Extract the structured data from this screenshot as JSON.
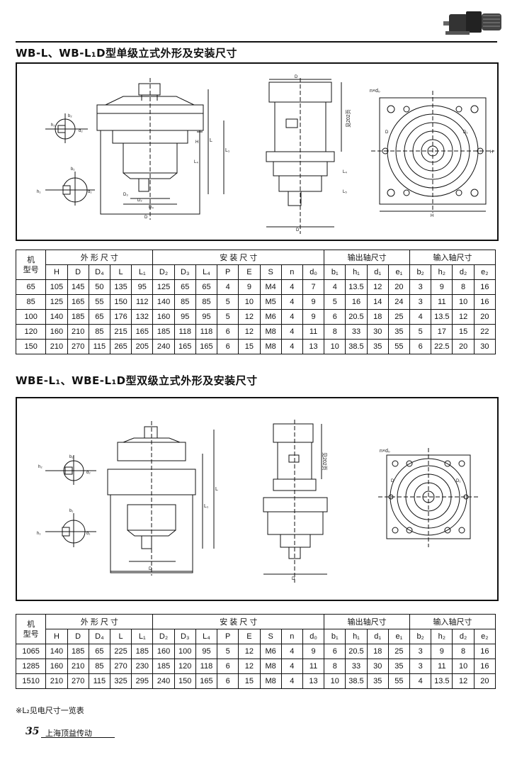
{
  "header": {
    "motor_logo": "gear-motor-icon"
  },
  "section1": {
    "title": "WB-L、WB-L₁D型单级立式外形及安装尺寸",
    "drawing_labels": {
      "shaft_top": [
        "b₂",
        "h₂",
        "d₂"
      ],
      "shaft_bottom": [
        "b₁",
        "h₁",
        "d₁"
      ],
      "side": [
        "H",
        "D",
        "D₂",
        "D₃",
        "P",
        "L",
        "L₁",
        "L₄",
        "E",
        "d₁",
        "S",
        "L₂"
      ],
      "motor_note": "见202页",
      "motor": [
        "H",
        "D₄",
        "L₅",
        "d₁",
        "D",
        "D₃"
      ],
      "flange": [
        "n×d₀",
        "D",
        "D₁",
        "H",
        "H"
      ]
    }
  },
  "table1": {
    "group_headers": {
      "model": "机\n型号",
      "outline": "外 形 尺 寸",
      "install": "安 装 尺 寸",
      "output": "输出轴尺寸",
      "input": "输入轴尺寸"
    },
    "columns": [
      "H",
      "D",
      "D₄",
      "L",
      "L₁",
      "D₂",
      "D₃",
      "L₄",
      "P",
      "E",
      "S",
      "n",
      "d₀",
      "b₁",
      "h₁",
      "d₁",
      "e₁",
      "b₂",
      "h₂",
      "d₂",
      "e₂"
    ],
    "rows": [
      [
        "65",
        "105",
        "145",
        "50",
        "135",
        "95",
        "125",
        "65",
        "65",
        "4",
        "9",
        "M4",
        "4",
        "7",
        "4",
        "13.5",
        "12",
        "20",
        "3",
        "9",
        "8",
        "16"
      ],
      [
        "85",
        "125",
        "165",
        "55",
        "150",
        "112",
        "140",
        "85",
        "85",
        "5",
        "10",
        "M5",
        "4",
        "9",
        "5",
        "16",
        "14",
        "24",
        "3",
        "11",
        "10",
        "16"
      ],
      [
        "100",
        "140",
        "185",
        "65",
        "176",
        "132",
        "160",
        "95",
        "95",
        "5",
        "12",
        "M6",
        "4",
        "9",
        "6",
        "20.5",
        "18",
        "25",
        "4",
        "13.5",
        "12",
        "20"
      ],
      [
        "120",
        "160",
        "210",
        "85",
        "215",
        "165",
        "185",
        "118",
        "118",
        "6",
        "12",
        "M8",
        "4",
        "11",
        "8",
        "33",
        "30",
        "35",
        "5",
        "17",
        "15",
        "22"
      ],
      [
        "150",
        "210",
        "270",
        "115",
        "265",
        "205",
        "240",
        "165",
        "165",
        "6",
        "15",
        "M8",
        "4",
        "13",
        "10",
        "38.5",
        "35",
        "55",
        "6",
        "22.5",
        "20",
        "30"
      ]
    ]
  },
  "section2": {
    "title": "WBE-L₁、WBE-L₁D型双级立式外形及安装尺寸"
  },
  "table2": {
    "group_headers": {
      "model": "机\n型号",
      "outline": "外 形 尺 寸",
      "install": "安 装 尺 寸",
      "output": "输出轴尺寸",
      "input": "输入轴尺寸"
    },
    "columns": [
      "H",
      "D",
      "D₄",
      "L",
      "L₁",
      "D₂",
      "D₃",
      "L₄",
      "P",
      "E",
      "S",
      "n",
      "d₀",
      "b₁",
      "h₁",
      "d₁",
      "e₁",
      "b₂",
      "h₂",
      "d₂",
      "e₂"
    ],
    "rows": [
      [
        "1065",
        "140",
        "185",
        "65",
        "225",
        "185",
        "160",
        "100",
        "95",
        "5",
        "12",
        "M6",
        "4",
        "9",
        "6",
        "20.5",
        "18",
        "25",
        "3",
        "9",
        "8",
        "16"
      ],
      [
        "1285",
        "160",
        "210",
        "85",
        "270",
        "230",
        "185",
        "120",
        "118",
        "6",
        "12",
        "M8",
        "4",
        "11",
        "8",
        "33",
        "30",
        "35",
        "3",
        "11",
        "10",
        "16"
      ],
      [
        "1510",
        "210",
        "270",
        "115",
        "325",
        "295",
        "240",
        "150",
        "165",
        "6",
        "15",
        "M8",
        "4",
        "13",
        "10",
        "38.5",
        "35",
        "55",
        "4",
        "13.5",
        "12",
        "20"
      ]
    ]
  },
  "note": "※L₂见电尺寸一览表",
  "footer": {
    "page_number": "35",
    "company": "上海顶益传动"
  }
}
